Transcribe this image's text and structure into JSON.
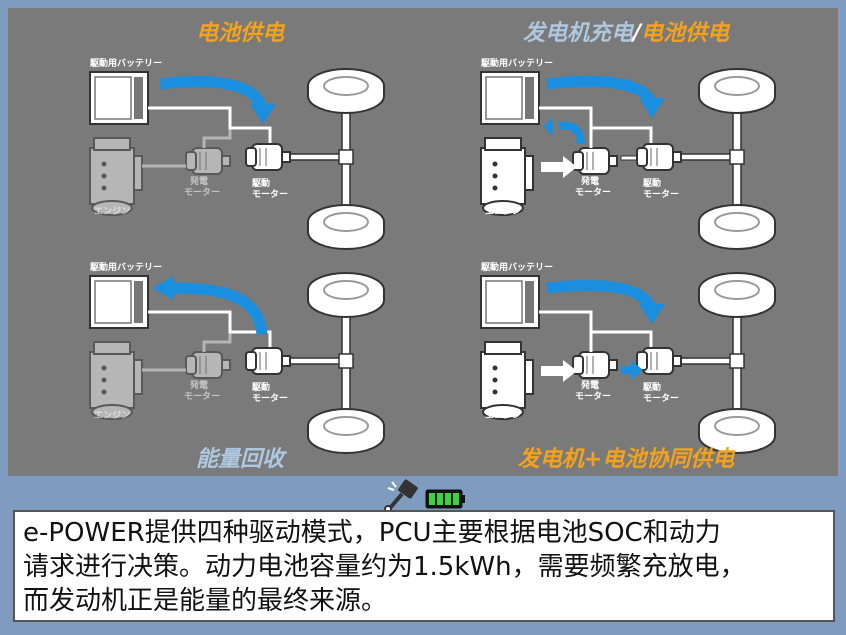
{
  "panels": {
    "tl_title": "电池供电",
    "tr_title_a": "发电机充电",
    "tr_title_sep": "/",
    "tr_title_b": "电池供电",
    "bl_title": "能量回收",
    "br_title": "发电机+电池协同供电"
  },
  "labels": {
    "battery": "駆動用バッテリー",
    "engine": "エンジン",
    "gen_motor_l1": "発電",
    "gen_motor_l2": "モーター",
    "drive_motor_l1": "駆動",
    "drive_motor_l2": "モーター"
  },
  "caption": {
    "line1": "e-POWER提供四种驱动模式，PCU主要根据电池SOC和动力",
    "line2": "请求进行决策。动力电池容量约为1.5kWh，需要频繁充放电，",
    "line3": "而发动机正是能量的最终来源。"
  },
  "icons": {
    "piston": "piston-icon",
    "battery": "battery-icon"
  },
  "colors": {
    "title_orange": "#f4a21c",
    "title_blue": "#aec8e0",
    "flow_arrow": "#1a8fe0",
    "background": "#7a7a7a"
  }
}
